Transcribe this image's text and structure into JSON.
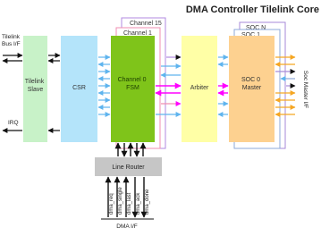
{
  "title": "DMA Controller Tilelink Core",
  "blocks": {
    "tilelink_slave": [
      "Tilelink",
      "Slave"
    ],
    "csr": "CSR",
    "channel0_fsm": [
      "Channel 0",
      "FSM"
    ],
    "channel1": "Channel 1",
    "channel15": "Channel 15",
    "arbiter": "Arbiter",
    "soc0_master": [
      "SOC 0",
      "Master"
    ],
    "soc1": "SOC 1",
    "socN": "SOC N",
    "line_router": "Line Router"
  },
  "ports": {
    "tilelink_bus_if": [
      "Tilelink",
      "Bus I/F"
    ],
    "irq": "IRQ",
    "soc_master_if": "Soc Master I/F",
    "dma_if": "DMA I/F"
  },
  "dma_signals": [
    "dma_req",
    "dma_single",
    "dma_last",
    "dma_ack",
    "dma_done"
  ],
  "colors": {
    "light_green": "#c8f2c8",
    "cyan": "#b4e4fa",
    "fsm_green": "#7fc41a",
    "yellow": "#ffffa6",
    "orange": "#fdd190",
    "grey": "#c6c6c6",
    "ch1_border": "#f08db1",
    "ch15_border": "#b08ae0",
    "socN_border": "#a78ad8",
    "soc1_border": "#8da8d8",
    "magenta": "#ff00ff",
    "light_blue": "#8fcbf5",
    "orange_line": "#f5a623"
  }
}
